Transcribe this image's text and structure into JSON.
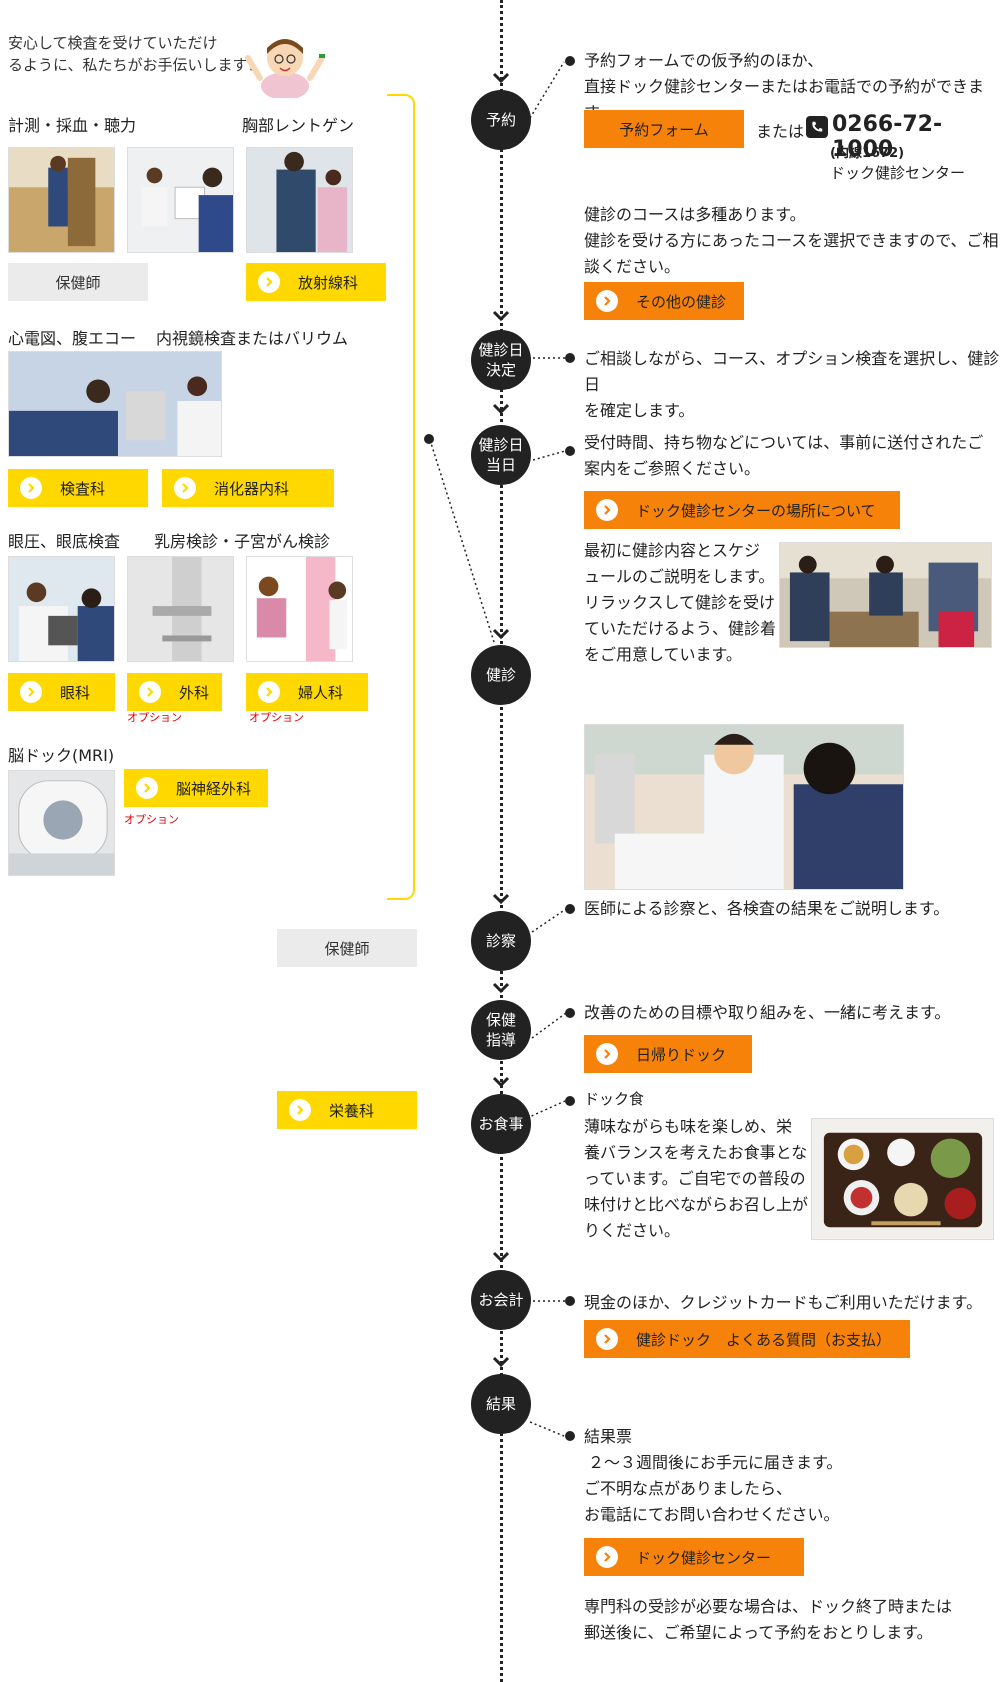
{
  "intro": {
    "text_line1": "安心して検査を受けていただけ",
    "text_line2": "るように、私たちがお手伝いします！"
  },
  "left": {
    "sec1": {
      "title1": "計測・採血・聴力",
      "title2": "胸部レントゲン"
    },
    "sec2": {
      "title1": "心電図、腹エコー",
      "title2": "内視鏡検査またはバリウム"
    },
    "sec3": {
      "title1": "眼圧、眼底検査",
      "title2": "乳房検診・子宮がん検診"
    },
    "sec4": {
      "title1": "脳ドック(MRI)"
    },
    "buttons": {
      "hokenshi": "保健師",
      "houshasen": "放射線科",
      "kensa": "検査科",
      "shoukaki": "消化器内科",
      "ganka": "眼科",
      "geka": "外科",
      "fujinka": "婦人科",
      "noushinkei": "脳神経外科"
    },
    "option_label": "オプション",
    "hokenshi2": "保健師",
    "eiyou": "栄養科"
  },
  "steps": {
    "yoyaku": "予約",
    "kettei_l1": "健診日",
    "kettei_l2": "決定",
    "toujitsu_l1": "健診日",
    "toujitsu_l2": "当日",
    "kenshin": "健診",
    "shinsatsu": "診察",
    "hoken_l1": "保健",
    "hoken_l2": "指導",
    "shokuji": "お食事",
    "kaikei": "お会計",
    "kekka": "結果"
  },
  "right": {
    "yoyaku_l1": "予約フォームでの仮予約のほか、",
    "yoyaku_l2": "直接ドック健診センターまたはお電話での予約ができます。",
    "form_btn": "予約フォーム",
    "or": "または",
    "phone": "0266-72-1000",
    "ext": "(内線1672)",
    "center": "ドック健診センター",
    "course_l1": "健診のコースは多種あります。",
    "course_l2": "健診を受ける方にあったコースを選択できますので、ご相",
    "course_l3": "談ください。",
    "other_btn": "その他の健診",
    "kettei_l1": "ご相談しながら、コース、オプション検査を選択し、健診日",
    "kettei_l2": "を確定します。",
    "toujitsu_l1": "受付時間、持ち物などについては、事前に送付されたご",
    "toujitsu_l2": "案内をご参照ください。",
    "place_btn": "ドック健診センターの場所について",
    "explain_l1": "最初に健診内容とスケジ",
    "explain_l2": "ュールのご説明をします。",
    "explain_l3": "リラックスして健診を受け",
    "explain_l4": "ていただけるよう、健診着",
    "explain_l5": "をご用意しています。",
    "shinsatsu": "医師による診察と、各検査の結果をご説明します。",
    "hoken": "改善のための目標や取り組みを、一緒に考えます。",
    "higaeri_btn": "日帰りドック",
    "dock_food": "ドック食",
    "food_l1": "薄味ながらも味を楽しめ、栄",
    "food_l2": "養バランスを考えたお食事とな",
    "food_l3": "っています。ご自宅での普段の",
    "food_l4": "味付けと比べながらお召し上が",
    "food_l5": "りください。",
    "kaikei": "現金のほか、クレジットカードもご利用いただけます。",
    "faq_btn": "健診ドック　よくある質問（お支払）",
    "kekka_title": "結果票",
    "kekka_l1": "２～３週間後にお手元に届きます。",
    "kekka_l2": "ご不明な点がありましたら、",
    "kekka_l3": "お電話にてお問い合わせください。",
    "center_btn": "ドック健診センター",
    "last_l1": "専門科の受診が必要な場合は、ドック終了時または",
    "last_l2": "郵送後に、ご希望によって予約をおとりします。"
  },
  "colors": {
    "yellow": "#ffd800",
    "orange": "#f7820a",
    "gray": "#ebebeb",
    "dark": "#222222",
    "option_red": "#e00000"
  }
}
